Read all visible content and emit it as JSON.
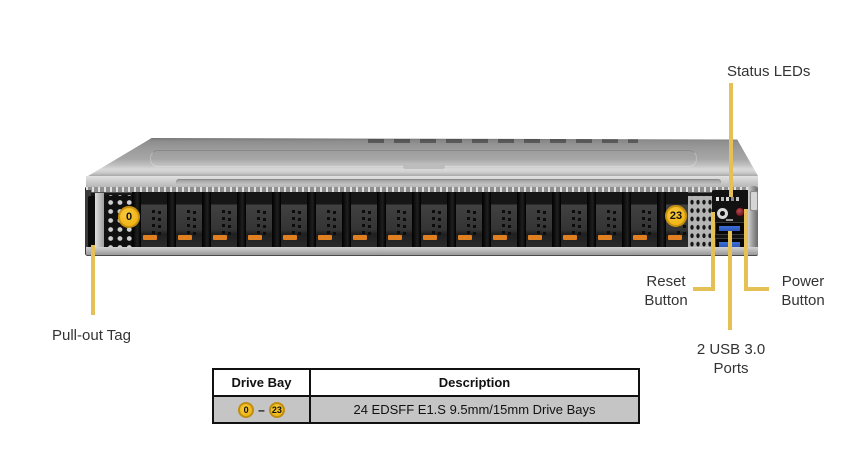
{
  "figure": {
    "callouts": {
      "status_leds": {
        "line1": "Status LEDs"
      },
      "reset": {
        "line1": "Reset",
        "line2": "Button"
      },
      "power": {
        "line1": "Power",
        "line2": "Button"
      },
      "usb": {
        "line1": "2 USB 3.0",
        "line2": "Ports"
      },
      "pull_out_tag": {
        "line1": "Pull-out Tag"
      }
    },
    "chassis_badges": {
      "first": "0",
      "last": "23"
    },
    "colors": {
      "callout_line": "#E4C056",
      "badge_fill": "#F3B91B",
      "badge_ring": "#C89210",
      "latch_orange": "#E07F1F",
      "usb_blue": "#2B57B8",
      "power_button_red": "#7C1520"
    }
  },
  "table": {
    "headers": [
      "Drive Bay",
      "Description"
    ],
    "rows": [
      {
        "bay_first": "0",
        "dash": "–",
        "bay_last": "23",
        "description": "24 EDSFF E1.S 9.5mm/15mm Drive Bays"
      }
    ]
  }
}
